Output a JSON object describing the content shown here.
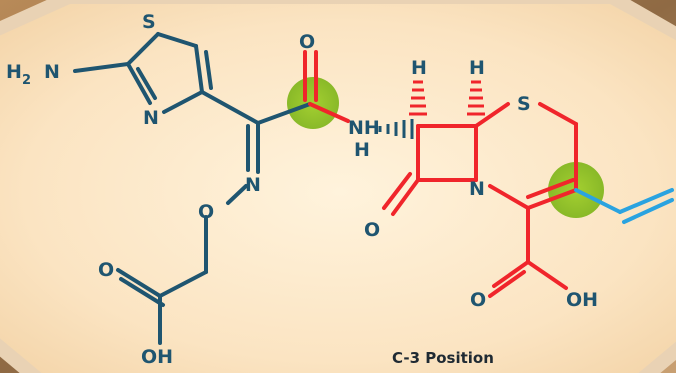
{
  "atoms": {
    "s_thiazole": "S",
    "h2n_h": "H",
    "h2n_sub": "2",
    "h2n_n": "N",
    "n_thiazole": "N",
    "o_amide": "O",
    "nh_n": "NH",
    "nh_h": "H",
    "n_oxime": "N",
    "o_ether": "O",
    "o_acid_left": "O",
    "oh_left": "OH",
    "h_left": "H",
    "h_right": "H",
    "s_ring": "S",
    "n_lactam": "N",
    "o_lactam": "O",
    "o_acid_right": "O",
    "oh_right": "OH"
  },
  "caption": "C-3 Position",
  "colors": {
    "side_chain": "#1f5570",
    "core": "#f0252b",
    "c3_substituent": "#2aa3e0",
    "highlight": "#8fc31f",
    "background": "#fde8c8",
    "frame": "#a37a4a"
  }
}
